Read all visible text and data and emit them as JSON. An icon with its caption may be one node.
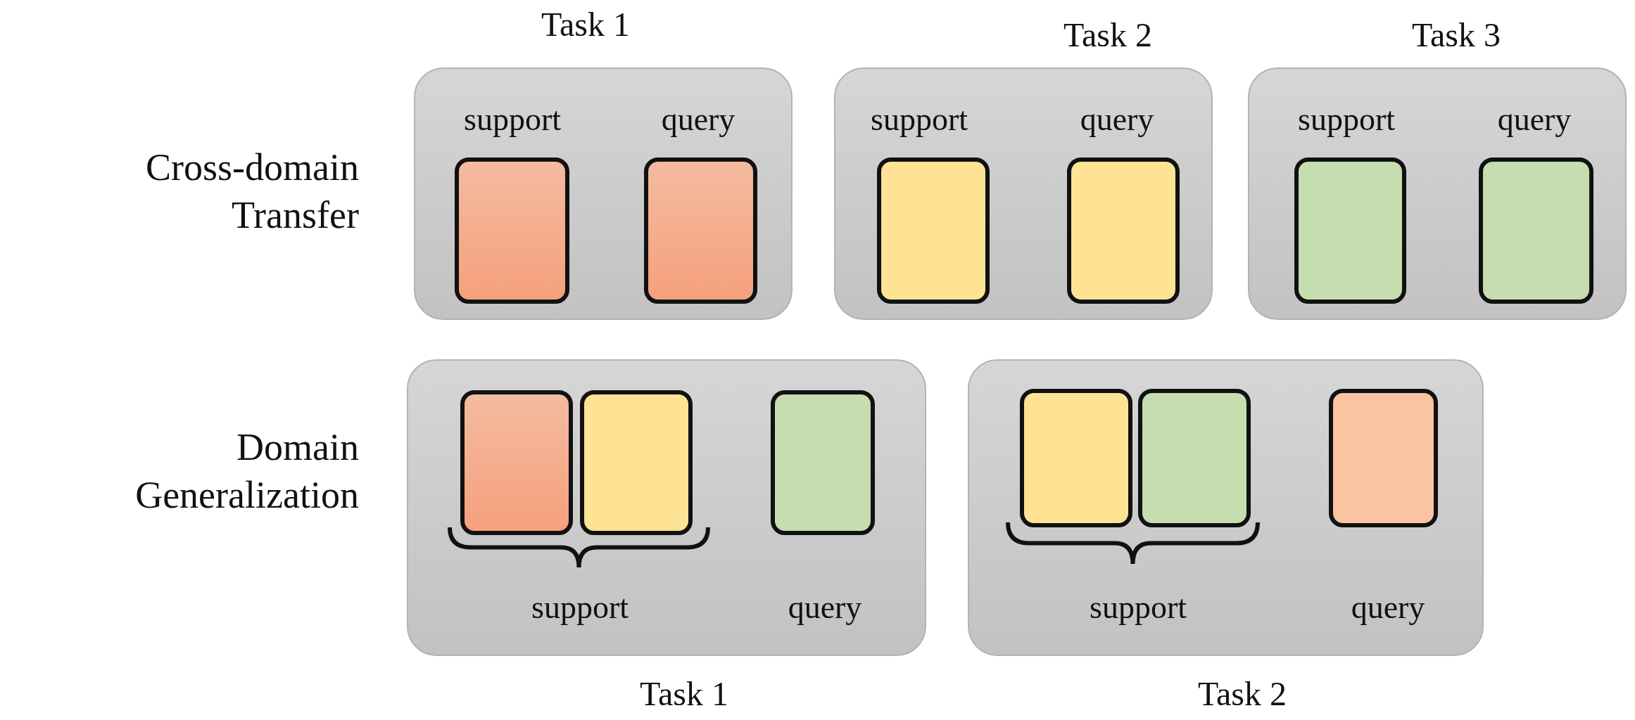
{
  "diagram": {
    "nodes": [
      {
        "text": [
          "Task 1",
          "support",
          "query"
        ]
      },
      {
        "text": [],
        "shape": "box",
        "in": 0
      },
      {
        "text": [],
        "shape": "box",
        "in": 0
      },
      {
        "text": [
          "Task 2",
          "support",
          "query"
        ]
      },
      {
        "text": [],
        "shape": "box",
        "in": 3
      },
      {
        "text": [],
        "shape": "box",
        "in": 3
      },
      {
        "text": [
          "Task 3",
          "support",
          "query"
        ]
      },
      {
        "text": [],
        "shape": "box",
        "in": 6
      },
      {
        "text": [],
        "shape": "box",
        "in": 6
      },
      {
        "text": [
          "Task 1",
          "support",
          "query"
        ]
      },
      {
        "text": [],
        "shape": "box",
        "in": 9
      },
      {
        "text": [],
        "shape": "box",
        "in": 9
      },
      {
        "text": [],
        "shape": "box",
        "in": 9
      },
      {
        "text": [
          "Task 2",
          "support",
          "query"
        ]
      },
      {
        "text": [],
        "shape": "box",
        "in": 13
      },
      {
        "text": [],
        "shape": "box",
        "in": 13
      },
      {
        "text": [],
        "shape": "box",
        "in": 13
      }
    ],
    "labels": [
      "Cross-domain Transfer",
      "Domain Generalization"
    ]
  }
}
